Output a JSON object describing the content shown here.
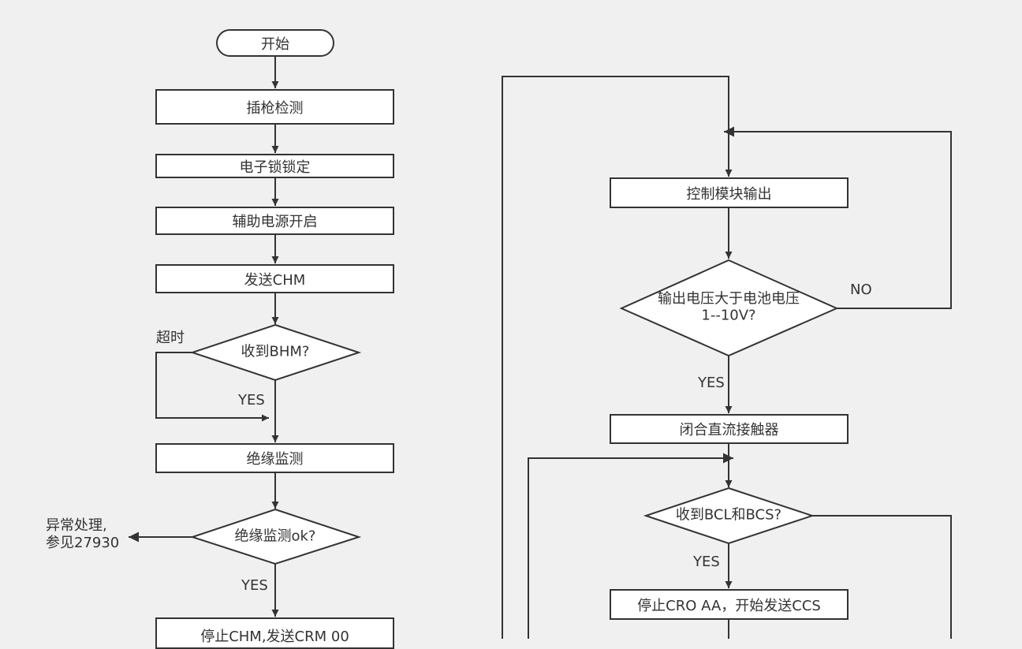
{
  "nodes": {
    "start": "开始",
    "plug_detect": "插枪检测",
    "lock": "电子锁锁定",
    "aux_power": "辅助电源开启",
    "send_chm": "发送CHM",
    "recv_bhm": "收到BHM?",
    "insulation": "绝缘监测",
    "insulation_ok": "绝缘监测ok?",
    "stop_chm": "停止CHM,发送CRM 00",
    "module_output": "控制模块输出",
    "voltage_check_line1": "输出电压大于电池电压",
    "voltage_check_line2": "1--10V?",
    "close_contactor": "闭合直流接触器",
    "recv_bcl_bcs": "收到BCL和BCS?",
    "stop_cro": "停止CRO AA，开始发送CCS"
  },
  "labels": {
    "timeout": "超时",
    "yes": "YES",
    "no": "NO",
    "exception_line1": "异常处理,",
    "exception_line2": "参见27930"
  },
  "colors": {
    "stroke": "#333333",
    "background": "#f0f0f0",
    "node_fill": "#ffffff"
  }
}
